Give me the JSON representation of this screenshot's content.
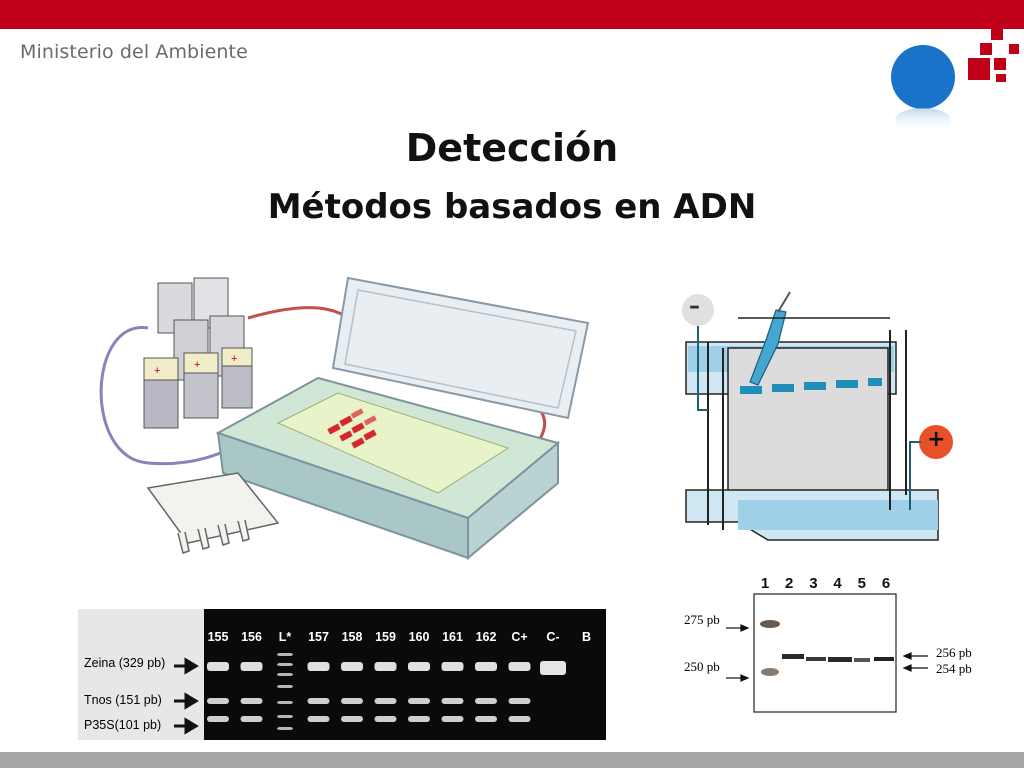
{
  "header": {
    "ministry": "Ministerio del Ambiente"
  },
  "slide": {
    "title": "Detección",
    "subtitle": "Métodos basados en ADN"
  },
  "colors": {
    "brand_red": "#c00018",
    "logo_blue": "#1a73c9",
    "bottom_bar": "#a6a6a6"
  },
  "vertical_apparatus": {
    "minus": "–",
    "plus": "+"
  },
  "gel_photo": {
    "lanes": [
      "155",
      "156",
      "L*",
      "157",
      "158",
      "159",
      "160",
      "161",
      "162",
      "C+",
      "C-",
      "B"
    ],
    "band_labels": [
      "Zeina (329 pb)",
      "Tnos (151 pb)",
      "P35S(101 pb)"
    ]
  },
  "blot": {
    "lanes": [
      "1",
      "2",
      "3",
      "4",
      "5",
      "6"
    ],
    "left_labels": [
      "275 pb",
      "250 pb"
    ],
    "right_labels": [
      "256 pb",
      "254 pb"
    ]
  }
}
